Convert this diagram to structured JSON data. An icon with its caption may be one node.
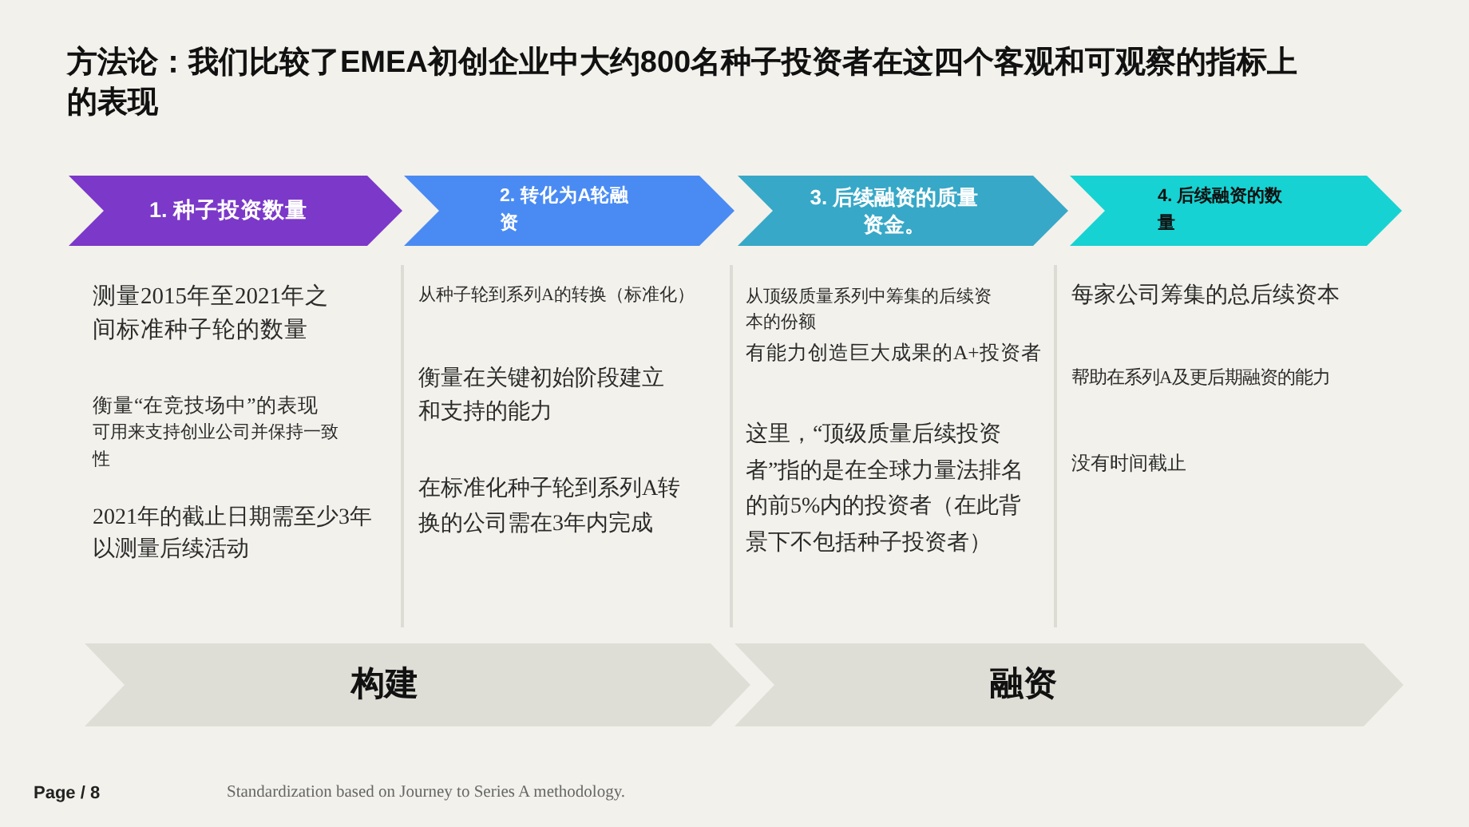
{
  "diagram": {
    "title": "方法论：我们比较了EMEA初创企业中大约800名种子投资者在这四个客观和可观察的指标上的表现",
    "nodes": [
      {
        "text": [
          "1. 种子投资数量"
        ],
        "beside": [
          "测量2015年至2021年之间标准种子轮的数量",
          "衡量“在竞技场中”的表现",
          "可用来支持创业公司并保持一致性",
          "2021年的截止日期需至少3年以测量后续活动"
        ]
      },
      {
        "text": [
          "2. 转化为A轮融资"
        ],
        "beside": [
          "从种子轮到系列A的转换（标准化）",
          "衡量在关键初始阶段建立和支持的能力",
          "在标准化种子轮到系列A转换的公司需在3年内完成"
        ]
      },
      {
        "text": [
          "3. 后续融资的质量资金。"
        ],
        "beside": [
          "从顶级质量系列中筹集的后续资本的份额",
          "有能力创造巨大成果的A+投资者",
          "这里，“顶级质量后续投资者”指的是在全球力量法排名的前5%内的投资者（在此背景下不包括种子投资者）"
        ]
      },
      {
        "text": [
          "4. 后续融资的数量"
        ],
        "beside": [
          "每家公司筹集的总后续资本",
          "帮助在系列A及更后期融资的能力",
          "没有时间截止"
        ]
      },
      {
        "text": [
          "构建"
        ]
      },
      {
        "text": [
          "融资"
        ]
      }
    ],
    "labels": [
      "Page / 8",
      "Standardization based on Journey to Series A methodology."
    ]
  }
}
